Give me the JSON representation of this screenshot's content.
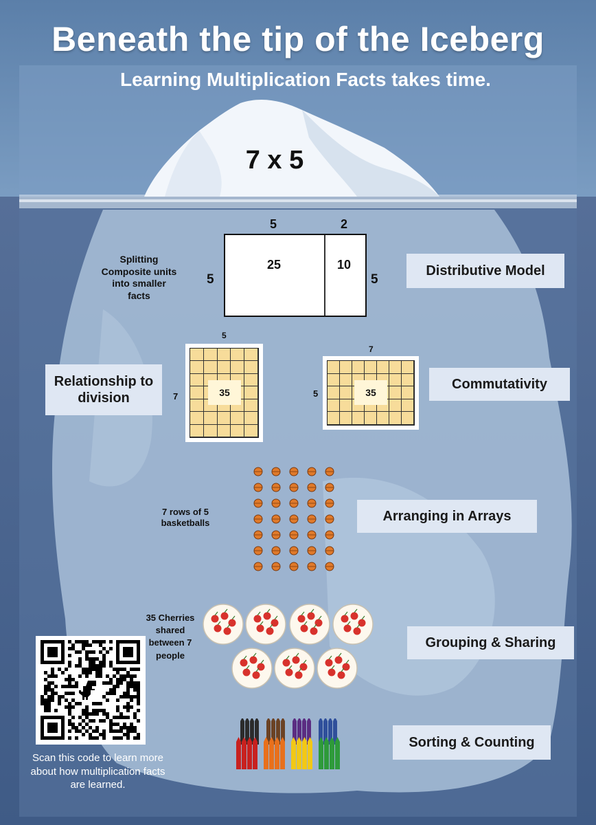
{
  "header": {
    "title": "Beneath the tip of the Iceberg",
    "subtitle": "Learning Multiplication Facts takes time."
  },
  "tip": {
    "fact": "7 x 5"
  },
  "distributive": {
    "label": "Distributive Model",
    "note": "Splitting Composite units into smaller facts",
    "top_left": "5",
    "top_right": "2",
    "side_left": "5",
    "side_right": "5",
    "area_left": "25",
    "area_right": "10"
  },
  "division": {
    "label": "Relationship to division",
    "top": "5",
    "side": "7",
    "product": "35",
    "rows": 7,
    "cols": 5
  },
  "commutativity": {
    "label": "Commutativity",
    "top": "7",
    "side": "5",
    "product": "35",
    "rows": 5,
    "cols": 7
  },
  "arrays": {
    "label": "Arranging in Arrays",
    "note": "7 rows of 5 basketballs",
    "rows": 7,
    "cols": 5
  },
  "grouping": {
    "label": "Grouping & Sharing",
    "note": "35 Cherries shared between 7 people",
    "plates": 7
  },
  "sorting": {
    "label": "Sorting & Counting"
  },
  "qr": {
    "caption": "Scan this code to learn more about how multiplication facts are learned."
  },
  "colors": {
    "sky": "#6c90b8",
    "ocean": "#4f6d96",
    "iceberg": "#a9bfd8",
    "grid_fill": "#f7dc9a",
    "label_box": "#dfe7f3",
    "basketball": "#e07a2a",
    "cherry": "#d8322c"
  },
  "icons": [
    "iceberg-tip-shape",
    "underwater-iceberg-shape",
    "basketball-icon",
    "cherry-plate-icon",
    "crayon-icon",
    "qr-code-icon",
    "dinosaur-icon"
  ]
}
